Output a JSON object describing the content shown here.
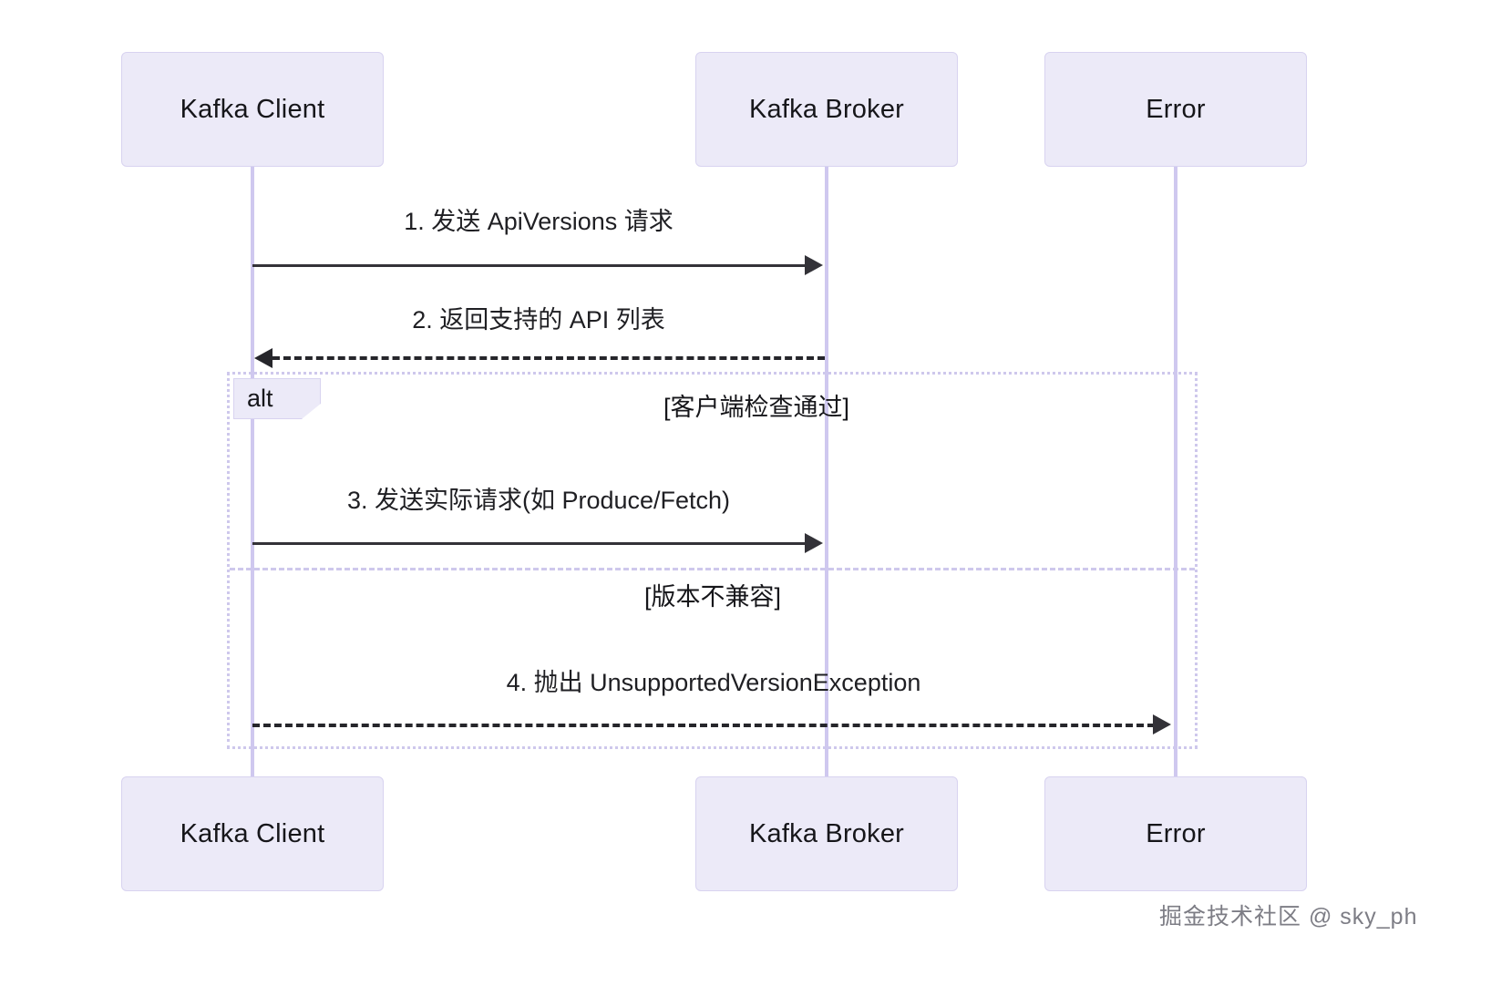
{
  "diagram": {
    "type": "sequence-diagram",
    "title": "",
    "colors": {
      "actor_fill": "#ECEAF8",
      "actor_border": "#D8D3F0",
      "lifeline": "#CFC8EF",
      "fragment_border": "#CEC8EC",
      "arrow": "#333238",
      "text": "#16161a",
      "watermark": "#7d7d85",
      "background": "#ffffff"
    },
    "participants": [
      {
        "id": "client",
        "label": "Kafka Client"
      },
      {
        "id": "broker",
        "label": "Kafka Broker"
      },
      {
        "id": "error",
        "label": "Error"
      }
    ],
    "messages": [
      {
        "seq": "1",
        "label": "1. 发送 ApiVersions 请求",
        "from": "client",
        "to": "broker",
        "style": "solid",
        "direction": "right"
      },
      {
        "seq": "2",
        "label": "2. 返回支持的 API 列表",
        "from": "broker",
        "to": "client",
        "style": "dashed",
        "direction": "left"
      },
      {
        "seq": "3",
        "label": "3. 发送实际请求(如 Produce/Fetch)",
        "from": "client",
        "to": "broker",
        "style": "solid",
        "direction": "right"
      },
      {
        "seq": "4",
        "label": "4. 抛出 UnsupportedVersionException",
        "from": "client",
        "to": "error",
        "style": "dashed",
        "direction": "right"
      }
    ],
    "fragment": {
      "kind": "alt",
      "tag_label": "alt",
      "branches": [
        {
          "condition": "[客户端检查通过]"
        },
        {
          "condition": "[版本不兼容]"
        }
      ]
    },
    "watermark": "掘金技术社区 @ sky_ph"
  }
}
